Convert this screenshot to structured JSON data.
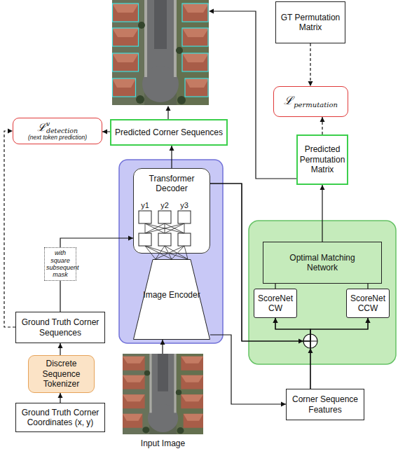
{
  "diagram": {
    "nodes": [
      {
        "text": [
          "GT Permutation Matrix"
        ]
      },
      {
        "text": [
          "ℒ",
          "permutation"
        ]
      },
      {
        "text": [
          "ℒ",
          "v",
          "detection",
          "(next token prediction)"
        ]
      },
      {
        "text": [
          "Predicted Corner Sequences"
        ]
      },
      {
        "text": [
          "Predicted Permutation Matrix"
        ]
      },
      {
        "text": [
          "Transformer Decoder"
        ]
      },
      {
        "text": [
          "Optimal Matching Network"
        ]
      },
      {
        "text": [
          "Image Encoder"
        ]
      },
      {
        "text": [
          "ScoreNet CW"
        ]
      },
      {
        "text": [
          "ScoreNet CCW"
        ]
      },
      {
        "text": [
          "Ground Truth Corner Sequences"
        ]
      },
      {
        "text": [
          "Discrete Sequence Tokenizer"
        ]
      },
      {
        "text": [
          "Corner Sequence Features"
        ]
      },
      {
        "text": [
          "Ground Truth Corner Coordinates (x, y)"
        ]
      },
      {
        "text": [
          "Input Image"
        ]
      }
    ],
    "edges": [
      {
        "from": 0,
        "to": 1,
        "arrow": "to"
      },
      {
        "from": 4,
        "to": 1,
        "arrow": "to"
      },
      {
        "from": 3,
        "to": 2,
        "arrow": "to"
      },
      {
        "from": 10,
        "to": 2,
        "arrow": "to"
      },
      {
        "from": 5,
        "to": 3,
        "arrow": "to"
      },
      {
        "from": 6,
        "to": 4,
        "arrow": "to"
      },
      {
        "from": 8,
        "to": 6,
        "arrow": "none"
      },
      {
        "from": 9,
        "to": 6,
        "arrow": "none"
      },
      {
        "from": 5,
        "to": 8,
        "arrow": "to"
      },
      {
        "from": 5,
        "to": 9,
        "arrow": "to"
      },
      {
        "from": 12,
        "to": 8,
        "arrow": "to"
      },
      {
        "from": 12,
        "to": 9,
        "arrow": "to"
      },
      {
        "from": 7,
        "to": 12,
        "arrow": "to"
      },
      {
        "from": 14,
        "to": 7,
        "arrow": "to"
      },
      {
        "from": 13,
        "to": 11,
        "arrow": "to"
      },
      {
        "from": 11,
        "to": 10,
        "arrow": "to"
      },
      {
        "from": 10,
        "to": 5,
        "label": "with square subsequent mask",
        "arrow": "to"
      }
    ],
    "labels": [
      "y1",
      "y2",
      "y3"
    ]
  }
}
